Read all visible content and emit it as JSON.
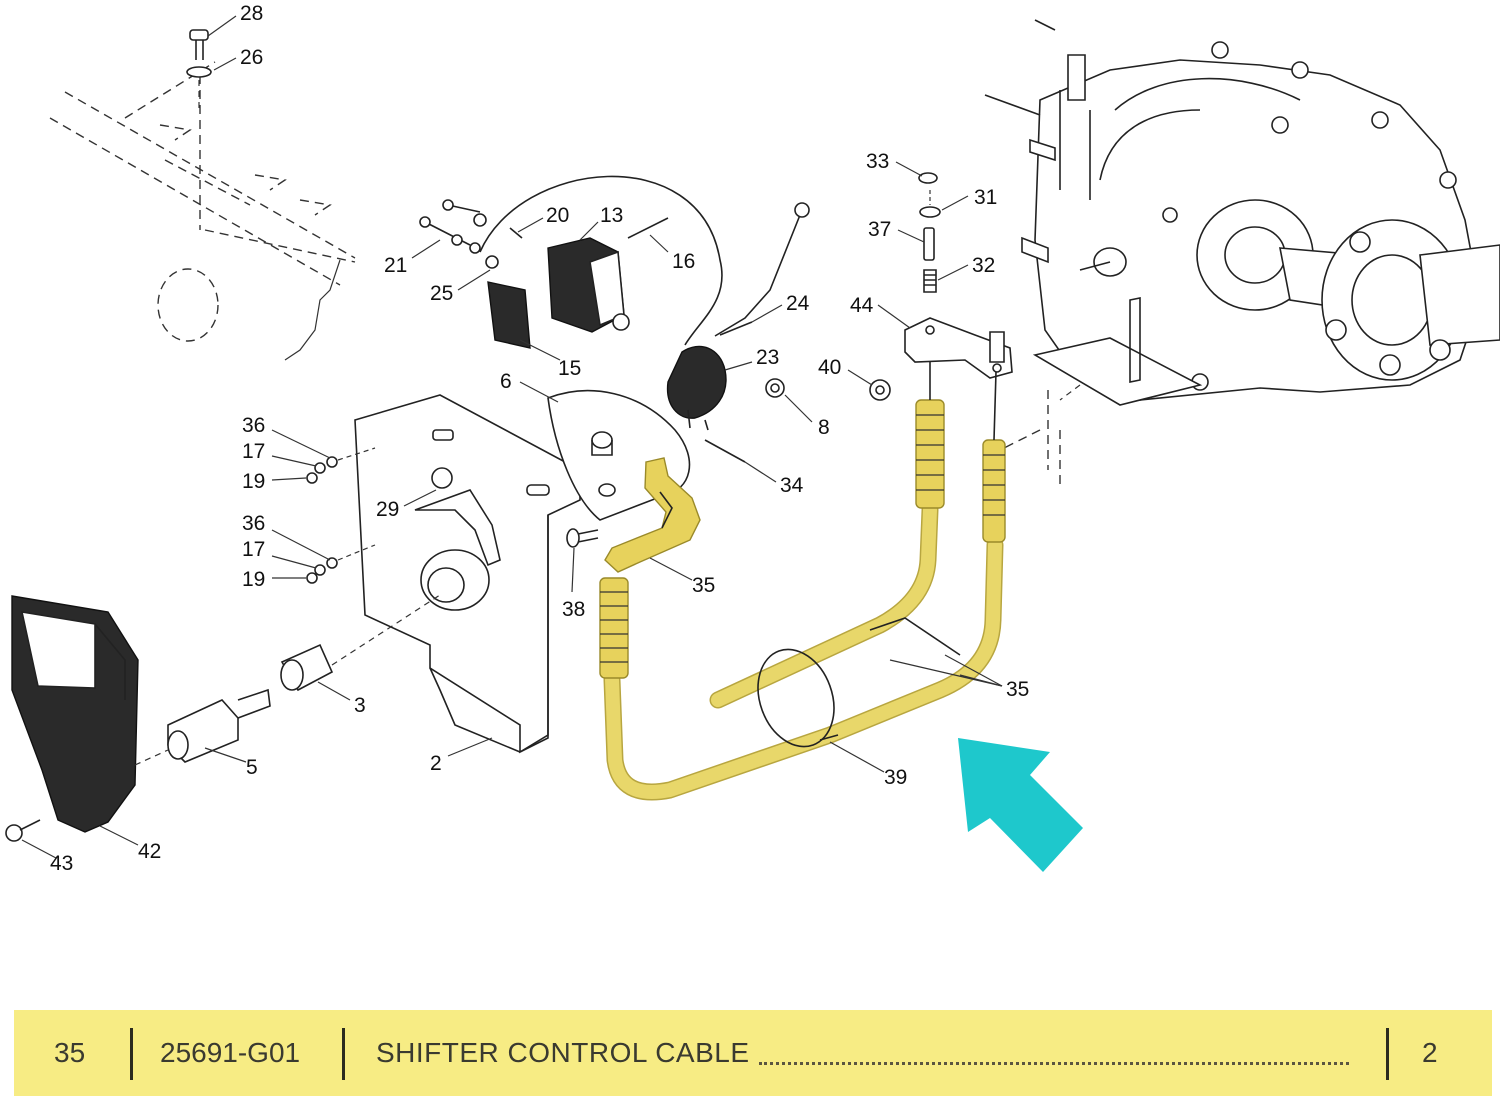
{
  "callouts": {
    "c28": "28",
    "c26": "26",
    "c20": "20",
    "c13": "13",
    "c16": "16",
    "c21": "21",
    "c25": "25",
    "c15": "15",
    "c24": "24",
    "c23": "23",
    "c6": "6",
    "c8": "8",
    "c34": "34",
    "c36a": "36",
    "c17a": "17",
    "c19a": "19",
    "c29": "29",
    "c36b": "36",
    "c17b": "17",
    "c19b": "19",
    "c38": "38",
    "c35a": "35",
    "c3": "3",
    "c5": "5",
    "c2": "2",
    "c42": "42",
    "c43": "43",
    "c39": "39",
    "c35b": "35",
    "c33": "33",
    "c31": "31",
    "c37": "37",
    "c32": "32",
    "c44": "44",
    "c40": "40"
  },
  "colors": {
    "highlight": "#f7ec84",
    "cable": "#e8d76a",
    "arrow": "#1ec8cc"
  },
  "icons": {
    "pointer": "arrow-pointer-icon"
  },
  "parts_bar": {
    "item": "35",
    "part_number": "25691-G01",
    "description": "SHIFTER  CONTROL  CABLE",
    "qty": "2"
  }
}
